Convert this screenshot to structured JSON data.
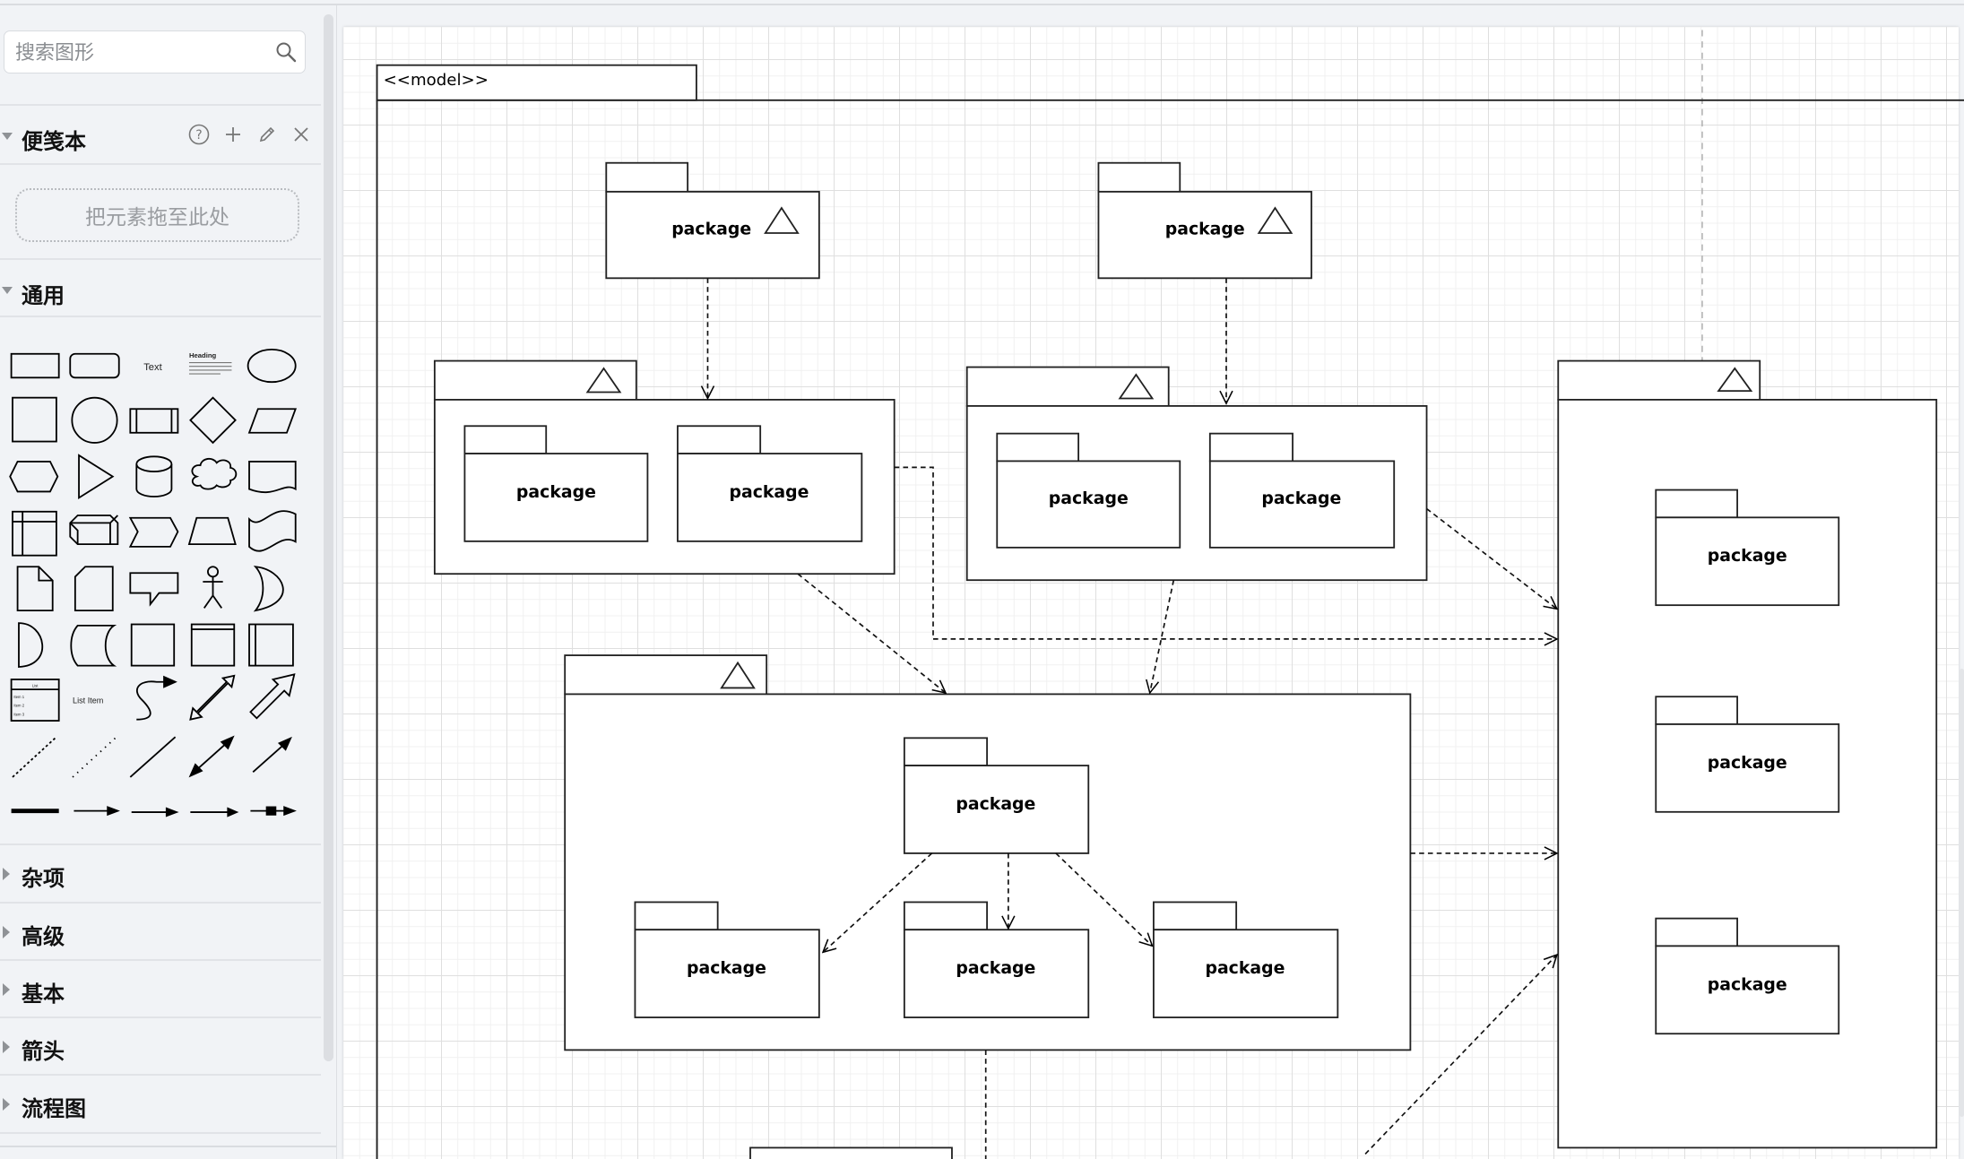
{
  "sidebar": {
    "search": {
      "placeholder": "搜索图形",
      "value": ""
    },
    "scratchpad": {
      "title": "便笺本",
      "tools": {
        "help": "?",
        "add": "+",
        "edit": "✎",
        "close": "✕"
      },
      "dropzone_text": "把元素拖至此处"
    },
    "general": {
      "title": "通用",
      "shapes": [
        "rectangle",
        "rounded-rectangle",
        "text",
        "heading-textbox",
        "ellipse",
        "square",
        "circle",
        "process",
        "diamond",
        "parallelogram",
        "hexagon",
        "triangle",
        "cylinder",
        "cloud",
        "document",
        "internal-storage",
        "cube",
        "step",
        "trapezoid",
        "tape",
        "note",
        "card",
        "callout",
        "actor",
        "or",
        "and",
        "data-storage",
        "container",
        "container-with-title",
        "vertical-container",
        "list",
        "list-item",
        "curve",
        "bidirectional-arrow",
        "arrow",
        "dashed-line",
        "dotted-line",
        "line",
        "bidirectional-connector",
        "directional-connector",
        "link",
        "connector-with-label",
        "connector-with-2-labels",
        "connector-with-3-labels",
        "connector-with-symbol"
      ],
      "shape_text": {
        "text": "Text",
        "heading": "Heading",
        "list": "List",
        "list_items": [
          "Item 1",
          "Item 2",
          "Item 3"
        ],
        "list_item": "List Item"
      }
    },
    "collapsed_sections": [
      "杂项",
      "高级",
      "基本",
      "箭头",
      "流程图"
    ]
  },
  "diagram": {
    "model_label": "<<model>>",
    "package_label": "package",
    "packages": {
      "top_left": "package",
      "top_right": "package",
      "left_group": [
        "package",
        "package"
      ],
      "mid_group": [
        "package",
        "package"
      ],
      "bottom_group_center": "package",
      "bottom_group_row": [
        "package",
        "package",
        "package"
      ],
      "right_group": [
        "package",
        "package",
        "package"
      ]
    }
  }
}
